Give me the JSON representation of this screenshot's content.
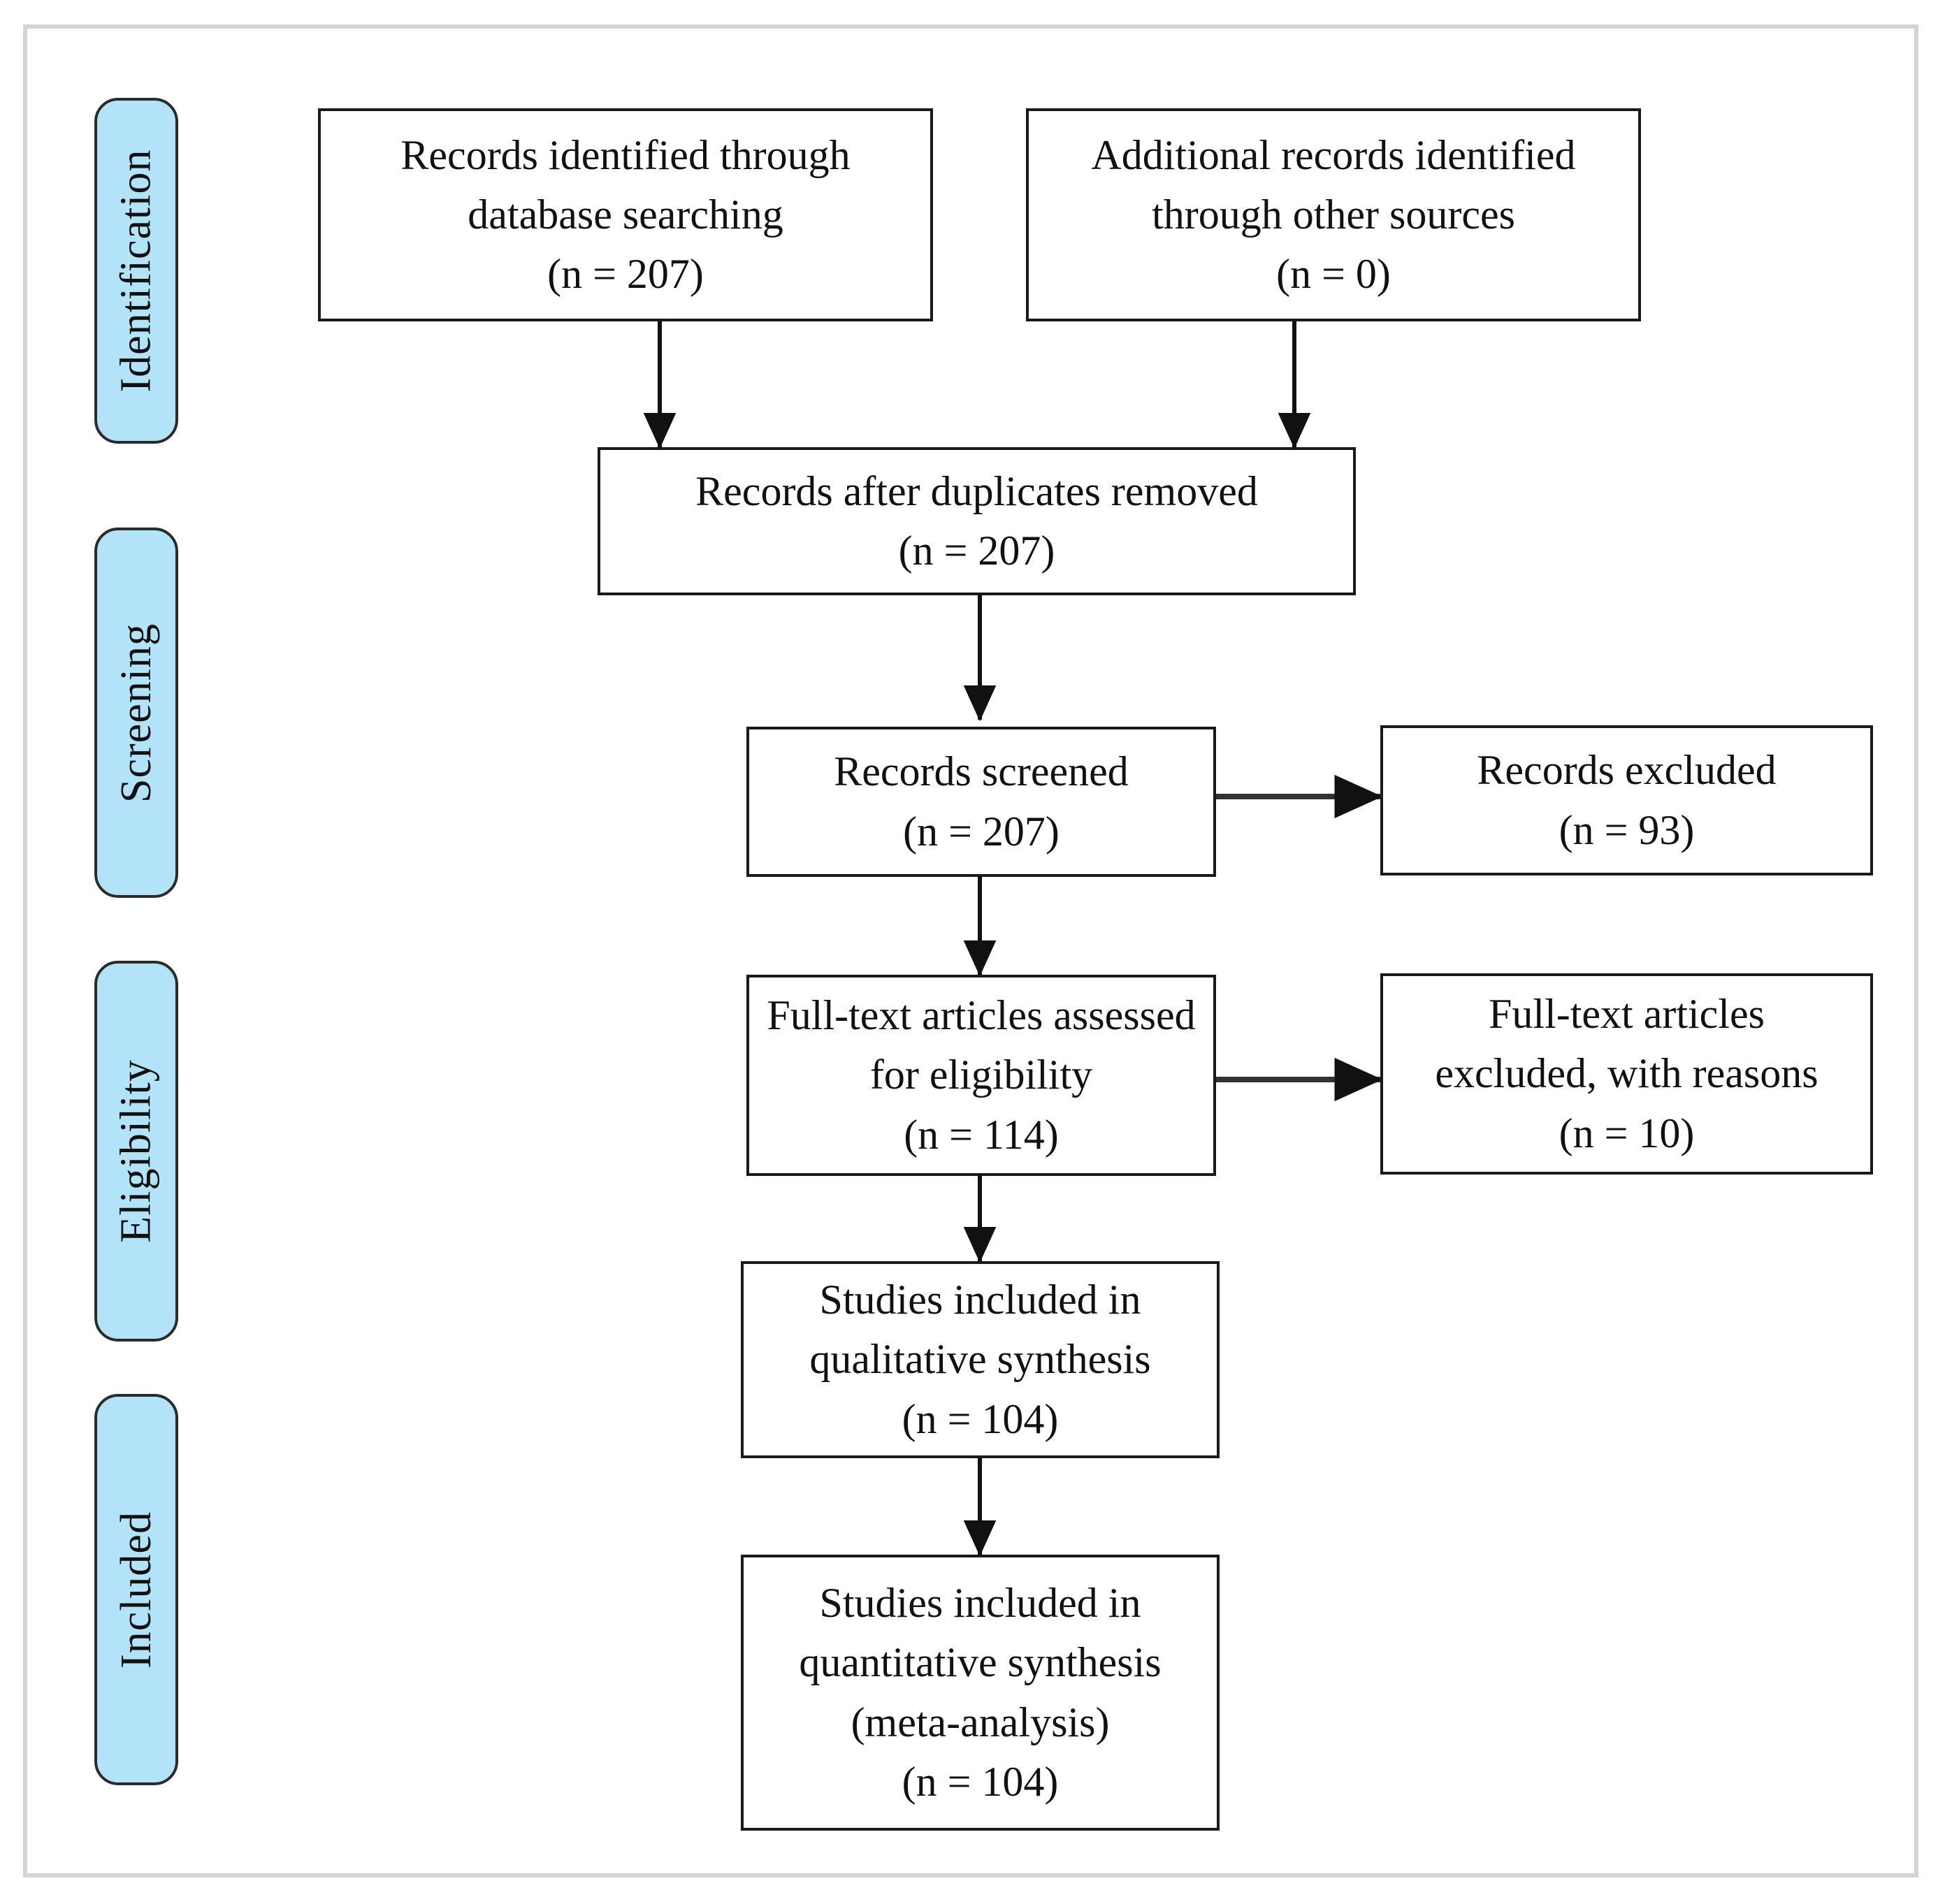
{
  "diagram": {
    "type": "prisma-flow-diagram",
    "frame_border_color": "#d4d4d4",
    "stage_fill_color": "#b3e3f9",
    "box_border_color": "#1a1a1a",
    "stages": [
      {
        "label": "Identification"
      },
      {
        "label": "Screening"
      },
      {
        "label": "Eligibility"
      },
      {
        "label": "Included"
      }
    ],
    "boxes": [
      {
        "id": "records-identified-database",
        "lines": [
          "Records identified through",
          "database searching",
          "(n =  207)"
        ],
        "n": 207
      },
      {
        "id": "records-identified-other",
        "lines": [
          "Additional records identified",
          "through other sources",
          "(n = 0)"
        ],
        "n": 0
      },
      {
        "id": "records-after-duplicates",
        "lines": [
          "Records after duplicates removed",
          "(n =  207)"
        ],
        "n": 207
      },
      {
        "id": "records-screened",
        "lines": [
          "Records screened",
          "(n =  207)"
        ],
        "n": 207
      },
      {
        "id": "records-excluded",
        "lines": [
          "Records excluded",
          "(n =  93)"
        ],
        "n": 93
      },
      {
        "id": "fulltext-assessed",
        "lines": [
          "Full-text articles assessed",
          "for eligibility",
          "(n =  114)"
        ],
        "n": 114
      },
      {
        "id": "fulltext-excluded",
        "lines": [
          "Full-text articles",
          "excluded, with reasons",
          "(n =  10)"
        ],
        "n": 10
      },
      {
        "id": "qualitative-synthesis",
        "lines": [
          "Studies included in",
          "qualitative synthesis",
          "(n =  104)"
        ],
        "n": 104
      },
      {
        "id": "quantitative-synthesis",
        "lines": [
          "Studies included in",
          "quantitative synthesis",
          "(meta-analysis)",
          "(n =  104)"
        ],
        "n": 104
      }
    ]
  }
}
